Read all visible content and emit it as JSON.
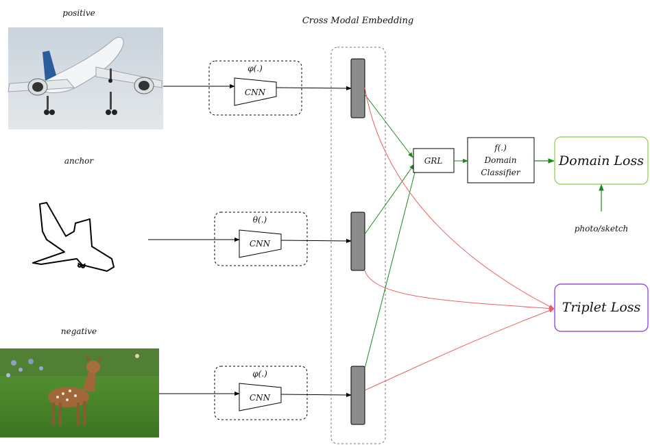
{
  "title": "Cross Modal Embedding",
  "inputs": {
    "positive": "positive",
    "anchor": "anchor",
    "negative": "negative"
  },
  "branches": [
    {
      "param": "φ(.)",
      "net": "CNN"
    },
    {
      "param": "θ(.)",
      "net": "CNN"
    },
    {
      "param": "φ(.)",
      "net": "CNN"
    }
  ],
  "grl": "GRL",
  "classifier": {
    "line1": "f(.)",
    "line2": "Domain",
    "line3": "Classifier"
  },
  "domain_loss": "Domain Loss",
  "domain_label": "photo/sketch",
  "triplet_loss": "Triplet Loss",
  "colors": {
    "green_arrow": "#1a8a1a",
    "red_arrow": "#ee5f5f",
    "domain_loss_border": "#8ccc44",
    "triplet_loss_border": "#8a2be2",
    "embedding_bar": "#8c8c8c"
  },
  "icons": {
    "positive_image": "airplane-photo-icon",
    "anchor_image": "airplane-sketch-icon",
    "negative_image": "deer-photo-icon"
  }
}
